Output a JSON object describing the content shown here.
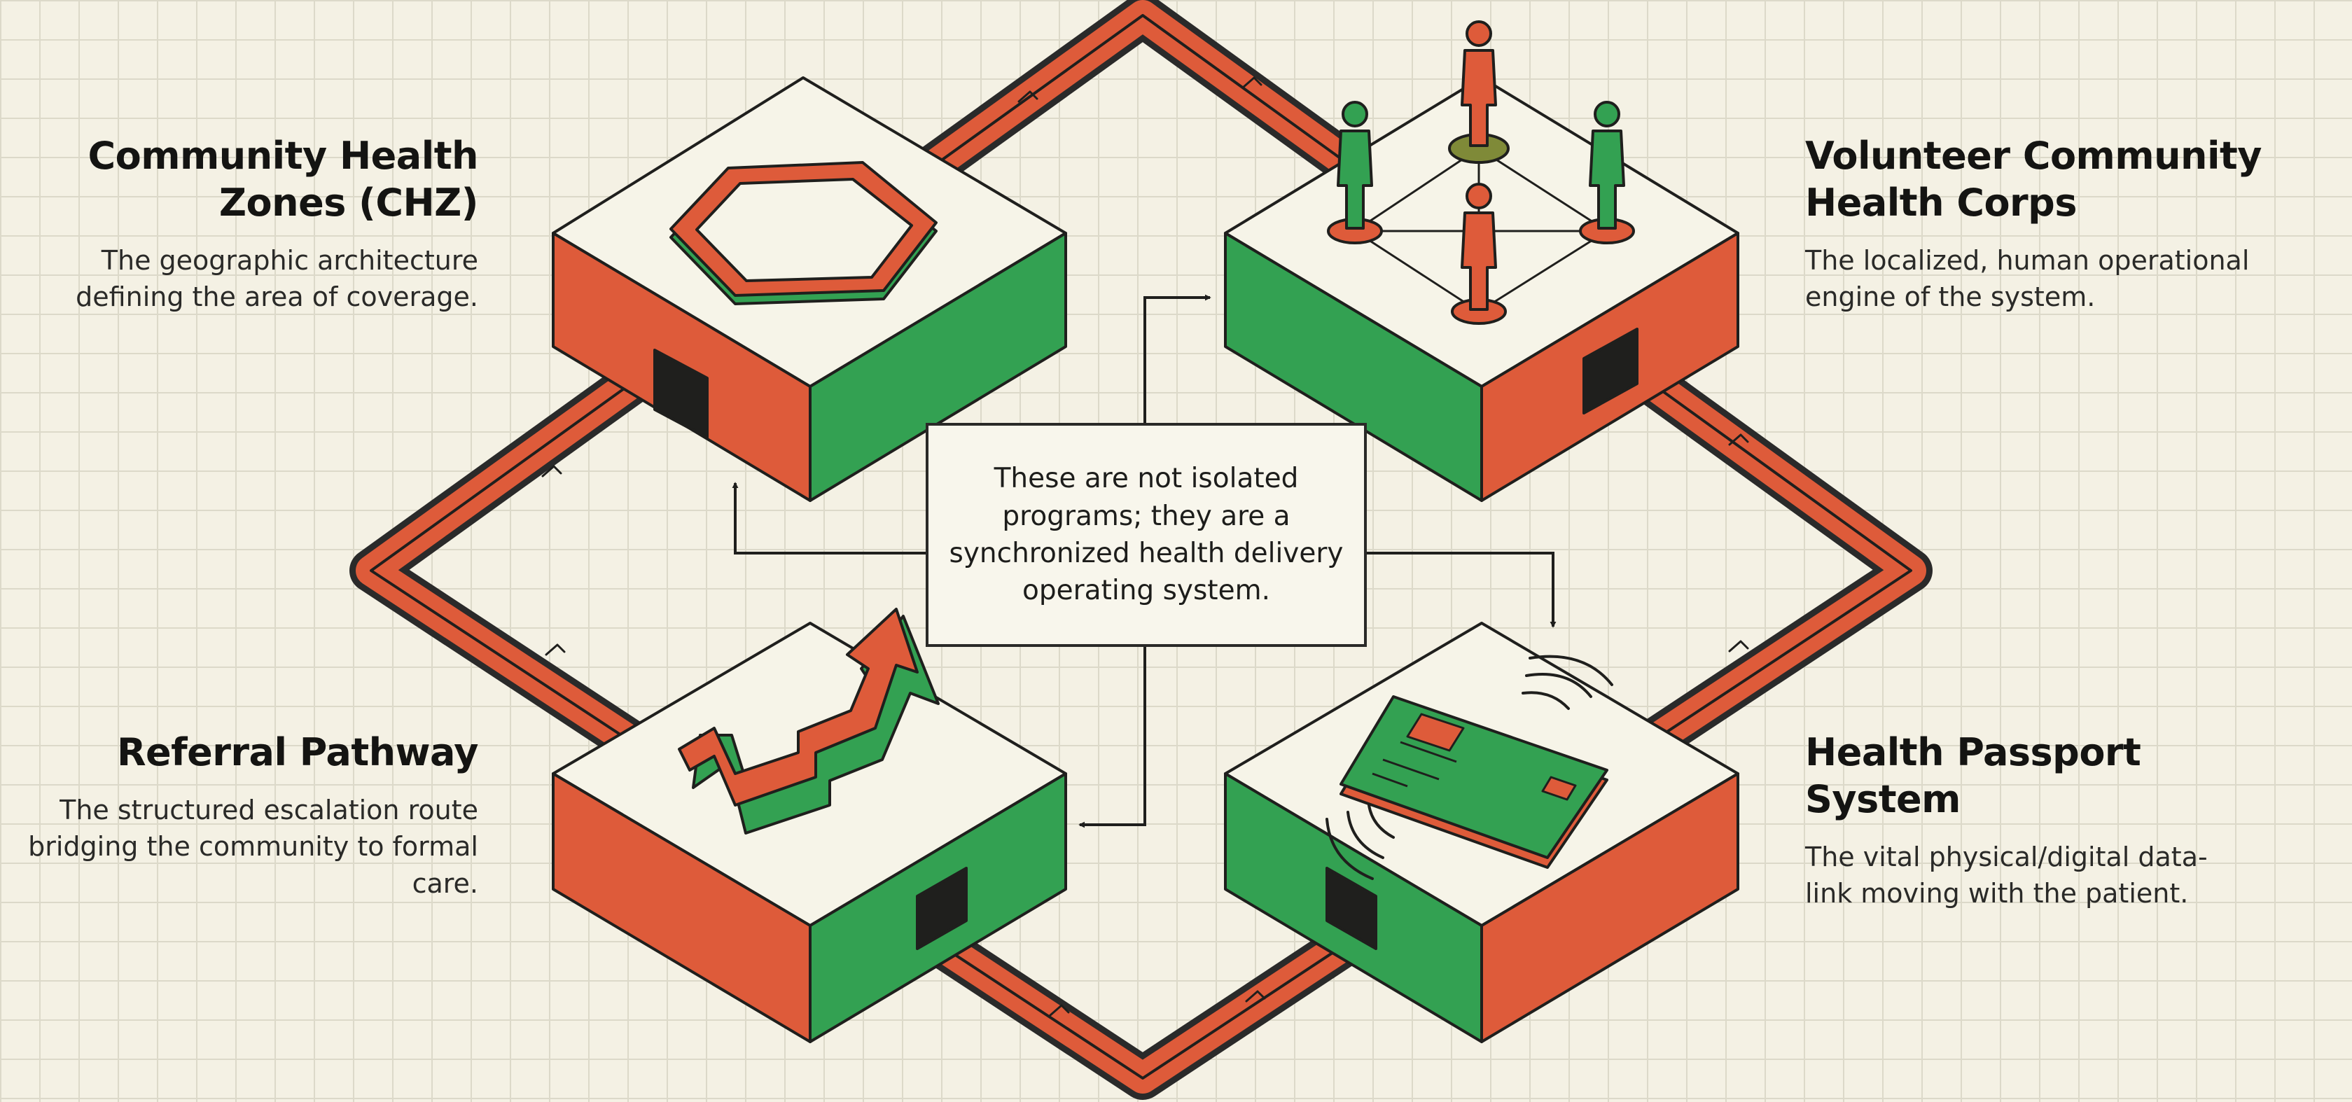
{
  "colors": {
    "background": "#f4f1e4",
    "grid": "#dcd9c9",
    "orange": "#de5b3a",
    "green": "#33a152",
    "block_top": "#f6f4e8",
    "outline": "#1f1f1d",
    "shadow": "#2a2a2a"
  },
  "components": {
    "community_health_zones": {
      "title": "Community Health Zones (CHZ)",
      "description": "The geographic architecture defining the area of coverage.",
      "icon": "hexagon-zone-icon"
    },
    "volunteer_corps": {
      "title": "Volunteer Community Health Corps",
      "description": "The localized, human operational engine of the system.",
      "icon": "people-network-icon"
    },
    "referral_pathway": {
      "title": "Referral Pathway",
      "description": "The structured escalation route bridging the community to formal care.",
      "icon": "escalation-arrow-icon"
    },
    "health_passport": {
      "title": "Health Passport System",
      "description": "The vital physical/digital data-link moving with the patient.",
      "icon": "smart-card-icon"
    }
  },
  "center_message": "These are not isolated programs; they are a synchronized health delivery operating system."
}
